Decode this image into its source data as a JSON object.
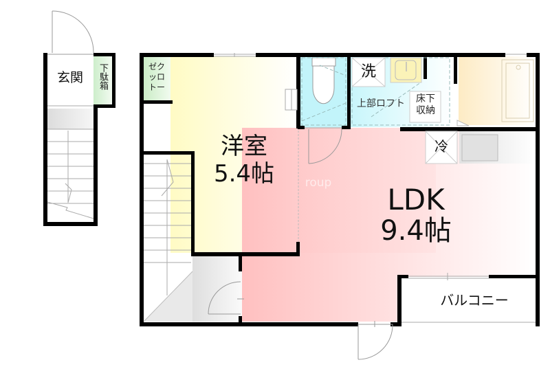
{
  "floorplan": {
    "rooms": {
      "genkan": {
        "label": "玄関"
      },
      "shoe_box": {
        "label": "下駄箱"
      },
      "closet": {
        "label": "クローゼット",
        "lines": [
          "ゼク",
          "ッロ",
          "トー"
        ]
      },
      "western_room": {
        "label": "洋室",
        "size": "5.4帖"
      },
      "ldk": {
        "label": "LDK",
        "size": "9.4帖"
      },
      "washer": {
        "label": "洗"
      },
      "loft": {
        "label": "上部ロフト"
      },
      "underfloor_storage": {
        "label": "床下収納",
        "line1": "床下",
        "line2": "収納"
      },
      "fridge": {
        "label": "冷"
      },
      "balcony": {
        "label": "バルコニー"
      },
      "toilet": {
        "label": ""
      },
      "bath": {
        "label": ""
      }
    },
    "watermark": "roup",
    "colors": {
      "wall": "#000000",
      "ldk": "#ffc4c4",
      "western": "#fffbc8",
      "toilet_loft": "#c8f6fb",
      "bath": "#fdebc8",
      "closet": "#cdeecb",
      "kitchen": "#e4e4e4"
    }
  }
}
